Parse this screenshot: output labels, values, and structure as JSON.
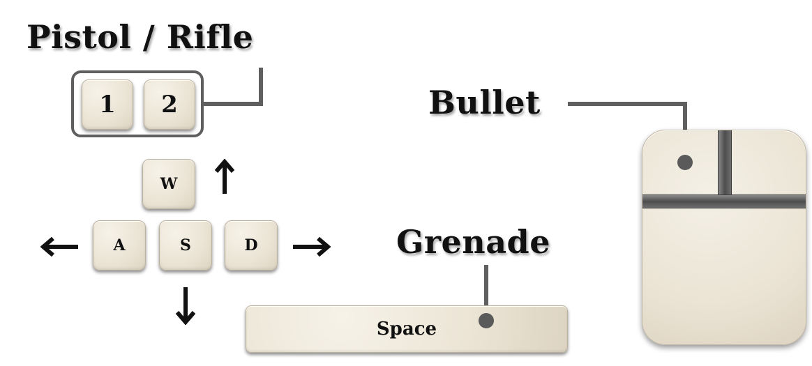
{
  "labels": {
    "weapon_switch": "Pistol / Rifle",
    "fire": "Bullet",
    "grenade": "Grenade"
  },
  "keys": {
    "one": "1",
    "two": "2",
    "w": "W",
    "a": "A",
    "s": "S",
    "d": "D",
    "space": "Space"
  },
  "icons": {
    "arrow_up": "arrow-up-icon",
    "arrow_down": "arrow-down-icon",
    "arrow_left": "arrow-left-icon",
    "arrow_right": "arrow-right-icon",
    "mouse": "mouse-icon"
  },
  "colors": {
    "key_face": "#ece5d6",
    "line": "#5f5f5f",
    "text": "#111111"
  }
}
